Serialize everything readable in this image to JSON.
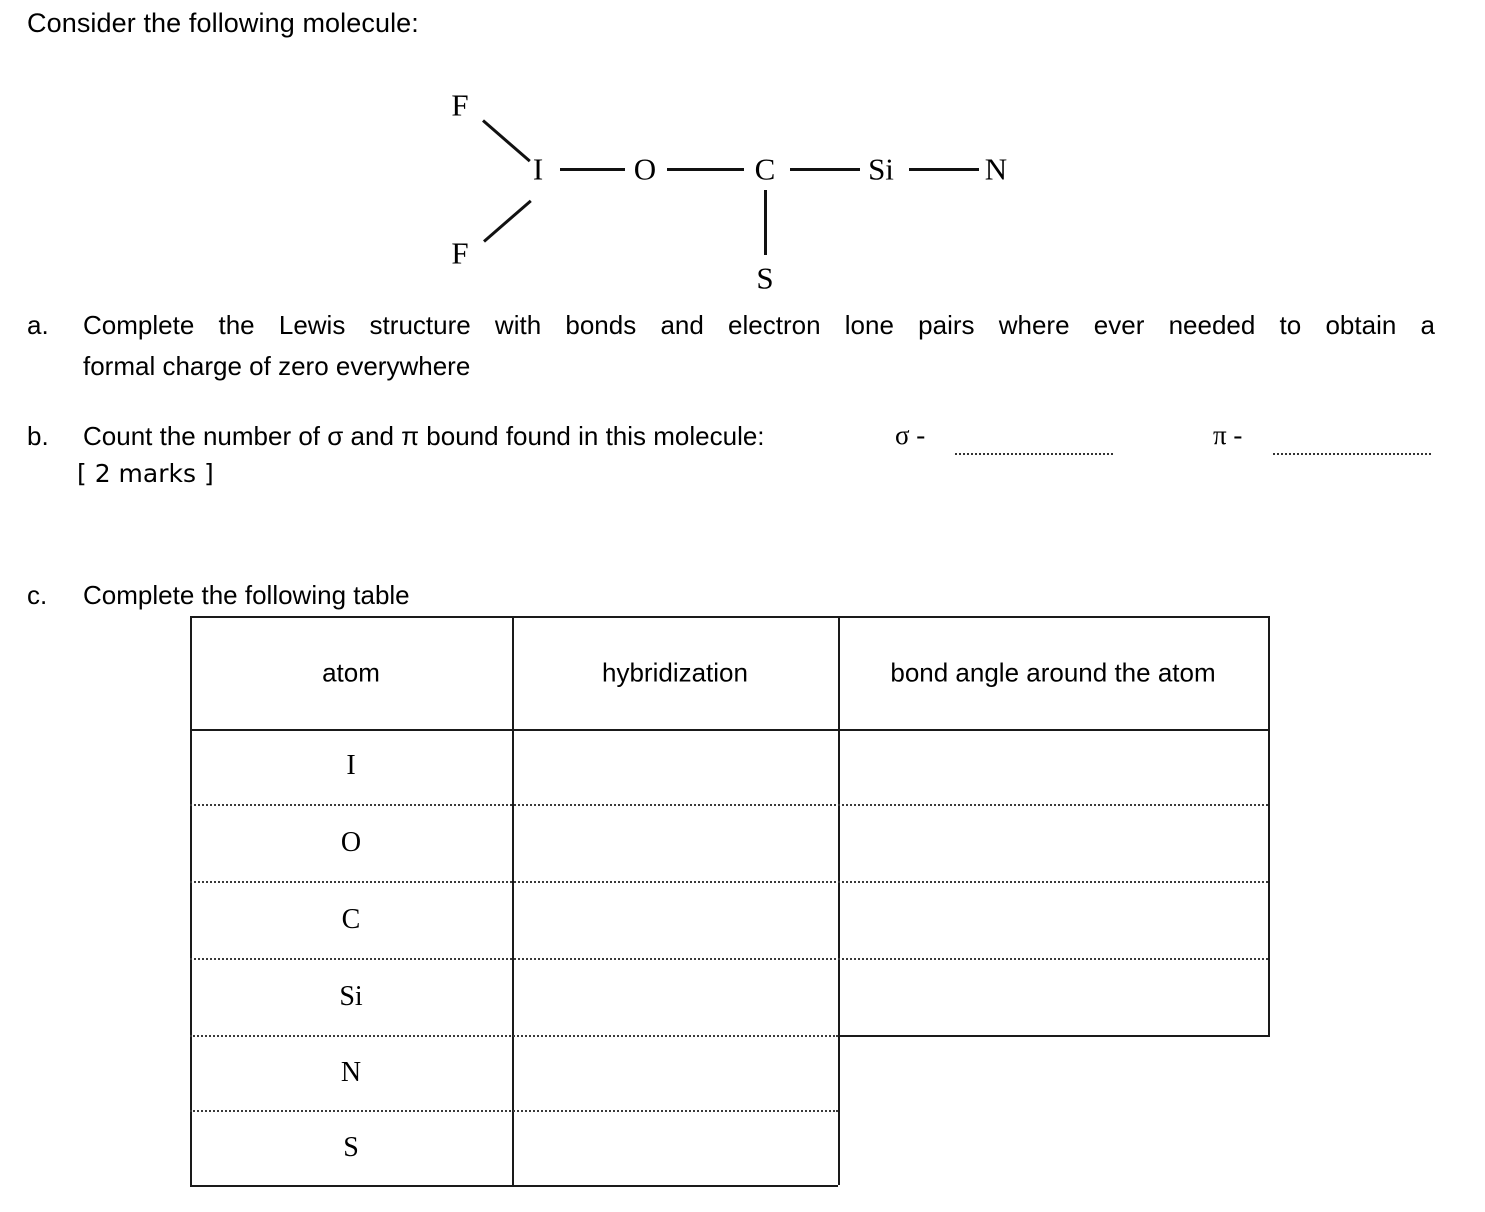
{
  "intro": {
    "text": "Consider the following molecule:"
  },
  "molecule": {
    "atoms": [
      {
        "symbol": "F",
        "name": "fluorine-top"
      },
      {
        "symbol": "F",
        "name": "fluorine-bottom"
      },
      {
        "symbol": "I",
        "name": "iodine"
      },
      {
        "symbol": "O",
        "name": "oxygen"
      },
      {
        "symbol": "C",
        "name": "carbon"
      },
      {
        "symbol": "Si",
        "name": "silicon"
      },
      {
        "symbol": "N",
        "name": "nitrogen"
      },
      {
        "symbol": "S",
        "name": "sulfur"
      }
    ],
    "bonds": [
      "F-I",
      "F-I",
      "I-O",
      "O-C",
      "C-Si",
      "Si-N",
      "C-S"
    ]
  },
  "questions": {
    "a": {
      "label": "a.",
      "line1": "Complete the Lewis structure with bonds and electron lone pairs where ever needed to obtain a",
      "line2": "formal charge of zero everywhere"
    },
    "b": {
      "label": "b.",
      "text": "Count the number of σ and π bound found in this molecule:",
      "sigma_label": "σ -",
      "pi_label": "π -",
      "sigma_answer": "",
      "pi_answer": "",
      "marks": "[ 2 marks ]"
    },
    "c": {
      "label": "c.",
      "text": "Complete the following table"
    }
  },
  "table": {
    "headers": [
      "atom",
      "hybridization",
      "bond angle around the atom"
    ],
    "rows": [
      {
        "atom": "I",
        "hybridization": "",
        "bond_angle": ""
      },
      {
        "atom": "O",
        "hybridization": "",
        "bond_angle": ""
      },
      {
        "atom": "C",
        "hybridization": "",
        "bond_angle": ""
      },
      {
        "atom": "Si",
        "hybridization": "",
        "bond_angle": ""
      },
      {
        "atom": "N",
        "hybridization": "",
        "bond_angle": ""
      },
      {
        "atom": "S",
        "hybridization": "",
        "bond_angle": ""
      }
    ]
  },
  "colors": {
    "ink": "#000000",
    "rule": "#1a1a1a",
    "dotted": "#3a3a3a",
    "page": "#ffffff"
  }
}
